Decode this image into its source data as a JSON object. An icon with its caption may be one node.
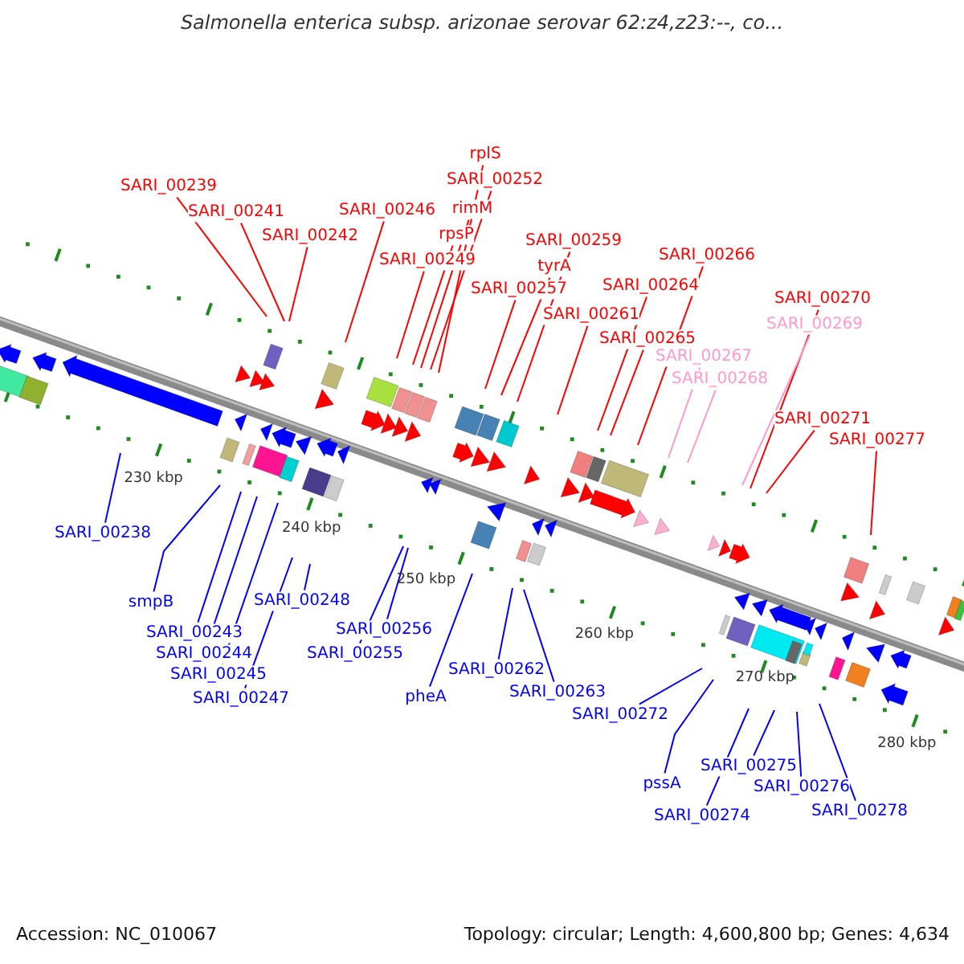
{
  "diagram": {
    "title": "Salmonella enterica subsp. arizonae serovar 62:z4,z23:--, co...",
    "nodes": [
      {
        "text": [
          "SARI_00239"
        ]
      },
      {
        "text": [
          "SARI_00241"
        ]
      },
      {
        "text": [
          "SARI_00242"
        ]
      },
      {
        "text": [
          "rplS"
        ]
      },
      {
        "text": [
          "SARI_00252"
        ]
      },
      {
        "text": [
          "rimM"
        ]
      },
      {
        "text": [
          "rpsP"
        ]
      },
      {
        "text": [
          "SARI_00246"
        ]
      },
      {
        "text": [
          "SARI_00249"
        ]
      },
      {
        "text": [
          "SARI_00259"
        ]
      },
      {
        "text": [
          "tyrA"
        ]
      },
      {
        "text": [
          "SARI_00257"
        ]
      },
      {
        "text": [
          "SARI_00261"
        ]
      },
      {
        "text": [
          "SARI_00266"
        ]
      },
      {
        "text": [
          "SARI_00264"
        ]
      },
      {
        "text": [
          "SARI_00265"
        ]
      },
      {
        "text": [
          "SARI_00267"
        ]
      },
      {
        "text": [
          "SARI_00268"
        ]
      },
      {
        "text": [
          "SARI_00270"
        ]
      },
      {
        "text": [
          "SARI_00269"
        ]
      },
      {
        "text": [
          "SARI_00271"
        ]
      },
      {
        "text": [
          "SARI_00277"
        ]
      },
      {
        "text": [
          "SARI_00238"
        ]
      },
      {
        "text": [
          "smpB"
        ]
      },
      {
        "text": [
          "SARI_00243"
        ]
      },
      {
        "text": [
          "SARI_00244"
        ]
      },
      {
        "text": [
          "SARI_00245"
        ]
      },
      {
        "text": [
          "SARI_00247"
        ]
      },
      {
        "text": [
          "SARI_00248"
        ]
      },
      {
        "text": [
          "SARI_00256"
        ]
      },
      {
        "text": [
          "SARI_00255"
        ]
      },
      {
        "text": [
          "pheA"
        ]
      },
      {
        "text": [
          "SARI_00262"
        ]
      },
      {
        "text": [
          "SARI_00263"
        ]
      },
      {
        "text": [
          "SARI_00272"
        ]
      },
      {
        "text": [
          "pssA"
        ]
      },
      {
        "text": [
          "SARI_00274"
        ]
      },
      {
        "text": [
          "SARI_00275"
        ]
      },
      {
        "text": [
          "SARI_00276"
        ]
      },
      {
        "text": [
          "SARI_00278"
        ]
      }
    ],
    "edges": [
      {
        "from": 0,
        "to": null,
        "arrow": "none"
      },
      {
        "from": 1,
        "to": null,
        "arrow": "none"
      },
      {
        "from": 2,
        "to": null,
        "arrow": "none"
      },
      {
        "from": 3,
        "to": null,
        "arrow": "none"
      },
      {
        "from": 4,
        "to": null,
        "arrow": "none"
      },
      {
        "from": 5,
        "to": null,
        "arrow": "none"
      },
      {
        "from": 6,
        "to": null,
        "arrow": "none"
      },
      {
        "from": 7,
        "to": null,
        "arrow": "none"
      },
      {
        "from": 8,
        "to": null,
        "arrow": "none"
      },
      {
        "from": 9,
        "to": null,
        "arrow": "none"
      },
      {
        "from": 10,
        "to": null,
        "arrow": "none"
      },
      {
        "from": 11,
        "to": null,
        "arrow": "none"
      },
      {
        "from": 12,
        "to": null,
        "arrow": "none"
      },
      {
        "from": 13,
        "to": null,
        "arrow": "none"
      },
      {
        "from": 14,
        "to": null,
        "arrow": "none"
      },
      {
        "from": 15,
        "to": null,
        "arrow": "none"
      },
      {
        "from": 16,
        "to": null,
        "arrow": "none",
        "color": "#ff99cc"
      },
      {
        "from": 17,
        "to": null,
        "arrow": "none",
        "color": "#ff99cc"
      },
      {
        "from": 18,
        "to": null,
        "arrow": "none"
      },
      {
        "from": 19,
        "to": null,
        "arrow": "none",
        "color": "#ff99cc"
      },
      {
        "from": 20,
        "to": null,
        "arrow": "none"
      },
      {
        "from": 21,
        "to": null,
        "arrow": "none"
      },
      {
        "from": 22,
        "to": null,
        "arrow": "none",
        "color": "#0000ff"
      },
      {
        "from": 23,
        "to": null,
        "arrow": "none",
        "color": "#0000ff"
      },
      {
        "from": 24,
        "to": null,
        "arrow": "none",
        "color": "#0000ff"
      },
      {
        "from": 25,
        "to": null,
        "arrow": "none",
        "color": "#0000ff"
      },
      {
        "from": 26,
        "to": null,
        "arrow": "none",
        "color": "#0000ff"
      },
      {
        "from": 27,
        "to": null,
        "arrow": "none",
        "color": "#0000ff"
      },
      {
        "from": 28,
        "to": null,
        "arrow": "none",
        "color": "#0000ff"
      },
      {
        "from": 29,
        "to": null,
        "arrow": "none",
        "color": "#0000ff"
      },
      {
        "from": 30,
        "to": null,
        "arrow": "none",
        "color": "#0000ff"
      },
      {
        "from": 31,
        "to": null,
        "arrow": "none",
        "color": "#0000ff"
      },
      {
        "from": 32,
        "to": null,
        "arrow": "none",
        "color": "#0000ff"
      },
      {
        "from": 33,
        "to": null,
        "arrow": "none",
        "color": "#0000ff"
      },
      {
        "from": 34,
        "to": null,
        "arrow": "none",
        "color": "#0000ff"
      },
      {
        "from": 35,
        "to": null,
        "arrow": "none",
        "color": "#0000ff"
      },
      {
        "from": 36,
        "to": null,
        "arrow": "none",
        "color": "#0000ff"
      },
      {
        "from": 37,
        "to": null,
        "arrow": "none",
        "color": "#0000ff"
      },
      {
        "from": 38,
        "to": null,
        "arrow": "none",
        "color": "#0000ff"
      },
      {
        "from": 39,
        "to": null,
        "arrow": "none",
        "color": "#0000ff"
      }
    ],
    "labels": [
      "230 kbp",
      "240 kbp",
      "250 kbp",
      "260 kbp",
      "270 kbp",
      "280 kbp",
      "Accession: NC_010067",
      "Topology: circular; Length: 4,600,800 bp; Genes: 4,634"
    ]
  }
}
